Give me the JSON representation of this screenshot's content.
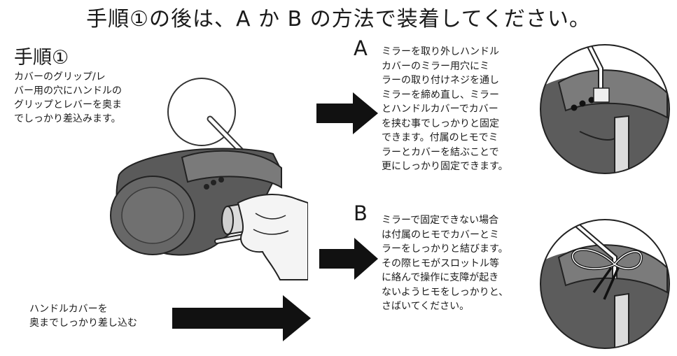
{
  "title": "手順①の後は、A か B の方法で装着してください。",
  "step1": {
    "heading": "手順①",
    "description": [
      "カバーのグリップ/レ",
      "バー用の穴にハンドルの",
      "グリップとレバーを奥ま",
      "でしっかり差込みます。"
    ]
  },
  "bottom_note": [
    "ハンドルカバーを",
    "奥までしっかり差し込む"
  ],
  "option_a": {
    "letter": "A",
    "text": [
      "ミラーを取り外しハンドル",
      "カバーのミラー用穴にミ",
      "ラーの取り付けネジを通し",
      "ミラーを締め直し、ミラー",
      "とハンドルカバーでカバー",
      "を挟む事でしっかりと固定",
      "できます。付属のヒモでミ",
      "ラーとカバーを結ぶことで",
      "更にしっかり固定できます。"
    ]
  },
  "option_b": {
    "letter": "B",
    "text": [
      "ミラーで固定できない場合",
      "は付属のヒモでカバーとミ",
      "ラーをしっかりと結びます。",
      "その際ヒモがスロットル等",
      "に絡んで操作に支障が起き",
      "ないようヒモをしっかりと、",
      "さばいてください。"
    ]
  }
}
